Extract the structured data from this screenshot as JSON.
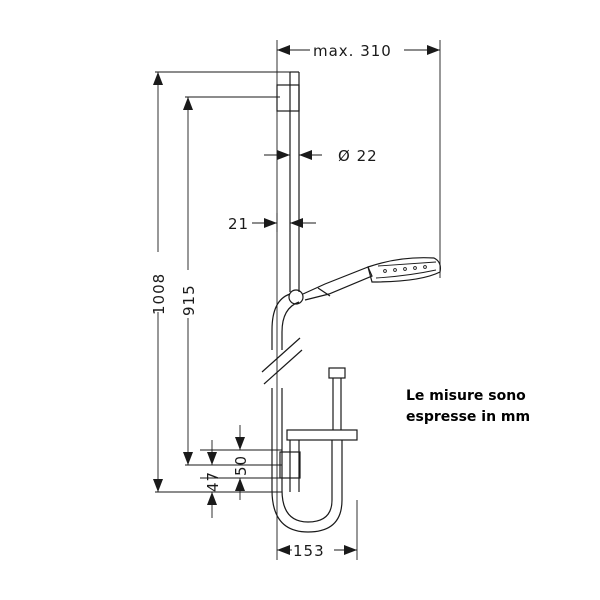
{
  "dimensions": {
    "max_width": "max. 310",
    "diameter": "Ø 22",
    "offset": "21",
    "height_total": "1008",
    "height_rail": "915",
    "bracket_50": "50",
    "bracket_47": "47",
    "depth": "153"
  },
  "note": {
    "line1": "Le misure sono",
    "line2": "espresse in mm"
  }
}
